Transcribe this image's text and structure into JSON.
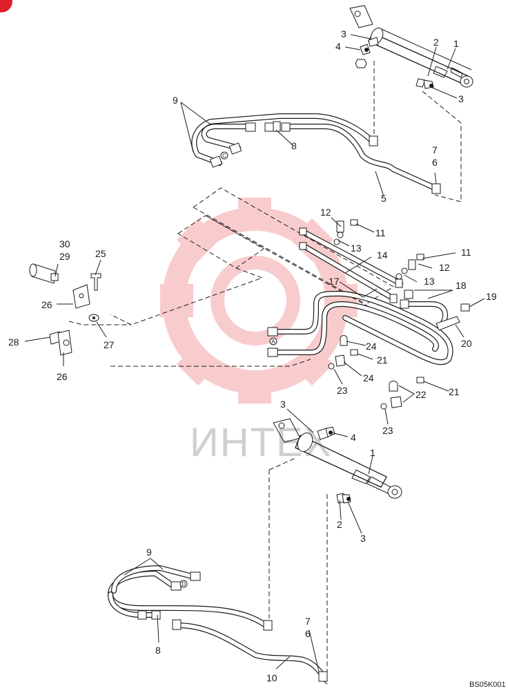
{
  "drawing_code": "BS05K001",
  "watermark": {
    "text": "ИНТЕХ",
    "color": "#f4a3a6"
  },
  "corner_marker_color": "#e0202a",
  "connection_markers": {
    "A": "A",
    "C": "C",
    "D": "D"
  },
  "callouts": [
    {
      "id": "c1",
      "text": "3"
    },
    {
      "id": "c2",
      "text": "4"
    },
    {
      "id": "c3",
      "text": "2"
    },
    {
      "id": "c4",
      "text": "1"
    },
    {
      "id": "c5",
      "text": "3"
    },
    {
      "id": "c6",
      "text": "9"
    },
    {
      "id": "c7",
      "text": "8"
    },
    {
      "id": "c8",
      "text": "7"
    },
    {
      "id": "c9",
      "text": "6"
    },
    {
      "id": "c10",
      "text": "5"
    },
    {
      "id": "c11",
      "text": "12"
    },
    {
      "id": "c12",
      "text": "11"
    },
    {
      "id": "c13",
      "text": "13"
    },
    {
      "id": "c14",
      "text": "14"
    },
    {
      "id": "c15",
      "text": "11"
    },
    {
      "id": "c16",
      "text": "12"
    },
    {
      "id": "c17",
      "text": "17"
    },
    {
      "id": "c18",
      "text": "13"
    },
    {
      "id": "c19",
      "text": "18"
    },
    {
      "id": "c20",
      "text": "19"
    },
    {
      "id": "c21",
      "text": "20"
    },
    {
      "id": "c22",
      "text": "30"
    },
    {
      "id": "c23",
      "text": "29"
    },
    {
      "id": "c24",
      "text": "25"
    },
    {
      "id": "c25",
      "text": "26"
    },
    {
      "id": "c26",
      "text": "27"
    },
    {
      "id": "c27",
      "text": "28"
    },
    {
      "id": "c28",
      "text": "26"
    },
    {
      "id": "c29",
      "text": "24"
    },
    {
      "id": "c30",
      "text": "21"
    },
    {
      "id": "c31",
      "text": "24"
    },
    {
      "id": "c32",
      "text": "23"
    },
    {
      "id": "c33",
      "text": "21"
    },
    {
      "id": "c34",
      "text": "22"
    },
    {
      "id": "c35",
      "text": "23"
    },
    {
      "id": "c36",
      "text": "3"
    },
    {
      "id": "c37",
      "text": "4"
    },
    {
      "id": "c38",
      "text": "1"
    },
    {
      "id": "c39",
      "text": "2"
    },
    {
      "id": "c40",
      "text": "3"
    },
    {
      "id": "c41",
      "text": "9"
    },
    {
      "id": "c42",
      "text": "8"
    },
    {
      "id": "c43",
      "text": "7"
    },
    {
      "id": "c44",
      "text": "6"
    },
    {
      "id": "c45",
      "text": "10"
    }
  ]
}
